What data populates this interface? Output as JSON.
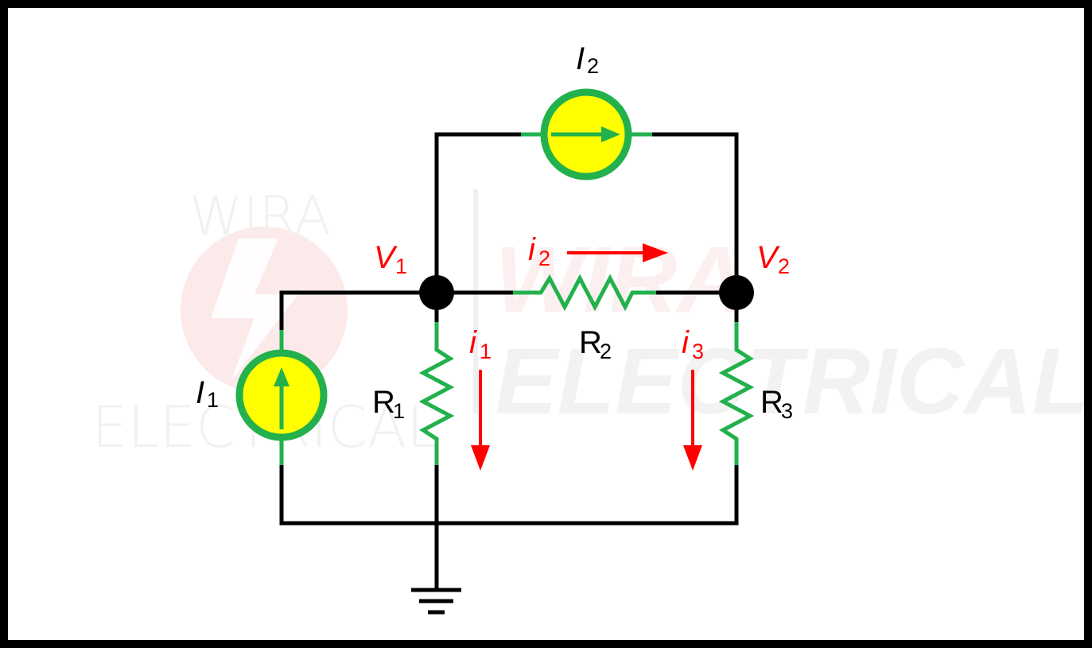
{
  "labels": {
    "I1": {
      "main": "I",
      "sub": "1"
    },
    "I2": {
      "main": "I",
      "sub": "2"
    },
    "V1": {
      "main": "V",
      "sub": "1"
    },
    "V2": {
      "main": "V",
      "sub": "2"
    },
    "R1": {
      "main": "R",
      "sub": "1"
    },
    "R2": {
      "main": "R",
      "sub": "2"
    },
    "R3": {
      "main": "R",
      "sub": "3"
    },
    "i1": {
      "main": "i",
      "sub": "1"
    },
    "i2": {
      "main": "i",
      "sub": "2"
    },
    "i3": {
      "main": "i",
      "sub": "3"
    }
  },
  "watermark": {
    "left_top": "WIRA",
    "left_bottom": "ELECTRICAL",
    "right_top": "WIRA",
    "right_bottom": "ELECTRICAL"
  },
  "colors": {
    "wire": "#000000",
    "component": "#22b14c",
    "source_fill": "#ffff00",
    "current_label": "#ff0000",
    "border": "#000000"
  }
}
